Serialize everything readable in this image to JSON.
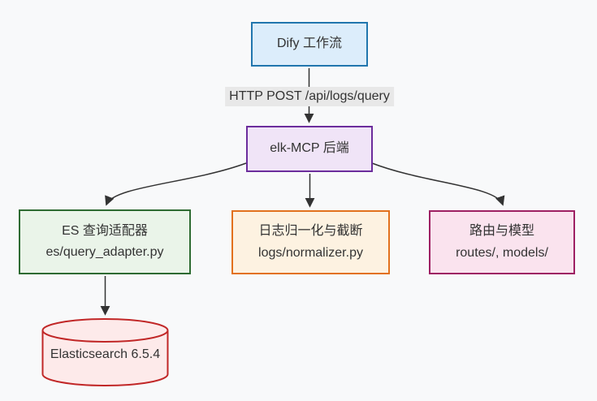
{
  "diagram": {
    "type": "flowchart",
    "background_color": "#f8f9fa",
    "edge_color": "#333333",
    "nodes": {
      "dify": {
        "label": "Dify 工作流",
        "shape": "rect",
        "fill": "#dcedfb",
        "border": "#2176ae"
      },
      "backend": {
        "label": "elk-MCP 后端",
        "shape": "rect",
        "fill": "#f0e4f7",
        "border": "#6c2d9c"
      },
      "es_adapter": {
        "title": "ES 查询适配器",
        "subtitle": "es/query_adapter.py",
        "shape": "rect",
        "fill": "#eaf4e9",
        "border": "#2e6b32"
      },
      "normalizer": {
        "title": "日志归一化与截断",
        "subtitle": "logs/normalizer.py",
        "shape": "rect",
        "fill": "#fdf2e1",
        "border": "#e2711d"
      },
      "routes": {
        "title": "路由与模型",
        "subtitle": "routes/, models/",
        "shape": "rect",
        "fill": "#fae3ee",
        "border": "#9e2063"
      },
      "elasticsearch": {
        "label": "Elasticsearch 6.5.4",
        "shape": "cylinder",
        "fill": "#fdeaea",
        "border": "#c12727"
      }
    },
    "edges": [
      {
        "from": "dify",
        "to": "backend",
        "label": "HTTP POST /api/logs/query",
        "label_bg": "#e8e8e8"
      },
      {
        "from": "backend",
        "to": "es_adapter",
        "label": ""
      },
      {
        "from": "backend",
        "to": "normalizer",
        "label": ""
      },
      {
        "from": "backend",
        "to": "routes",
        "label": ""
      },
      {
        "from": "es_adapter",
        "to": "elasticsearch",
        "label": ""
      }
    ]
  }
}
